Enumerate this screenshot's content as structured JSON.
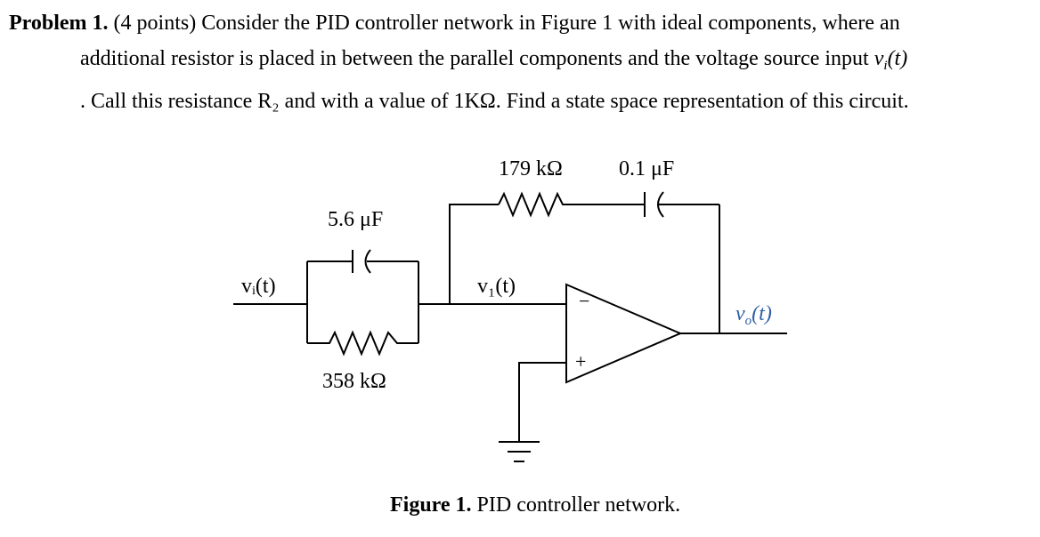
{
  "problem": {
    "heading": "Problem 1.",
    "line1_rest": "(4 points) Consider the PID controller network in Figure 1 with ideal components, where an",
    "line2": "additional resistor is placed in between the parallel components and the voltage source input",
    "line2_symbol_v": "v",
    "line2_symbol_sub": "i",
    "line2_symbol_arg": "(t)",
    "line3": ". Call this resistance R₂ and with a value of 1KΩ.  Find a state space representation of this circuit."
  },
  "diagram": {
    "labels": {
      "input_voltage": "vᵢ(t)",
      "node_voltage": "v₁(t)",
      "output_voltage_v": "v",
      "output_voltage_sub": "o",
      "output_voltage_arg": "(t)",
      "input_capacitor": "5.6 μF",
      "input_resistor": "358 kΩ",
      "feedback_resistor": "179 kΩ",
      "feedback_capacitor": "0.1 μF",
      "opamp_minus": "−",
      "opamp_plus": "+"
    },
    "colors": {
      "wire": "#000000",
      "label_blue": "#2f5fa7"
    }
  },
  "caption": {
    "bold": "Figure 1.",
    "text": "PID controller network."
  }
}
